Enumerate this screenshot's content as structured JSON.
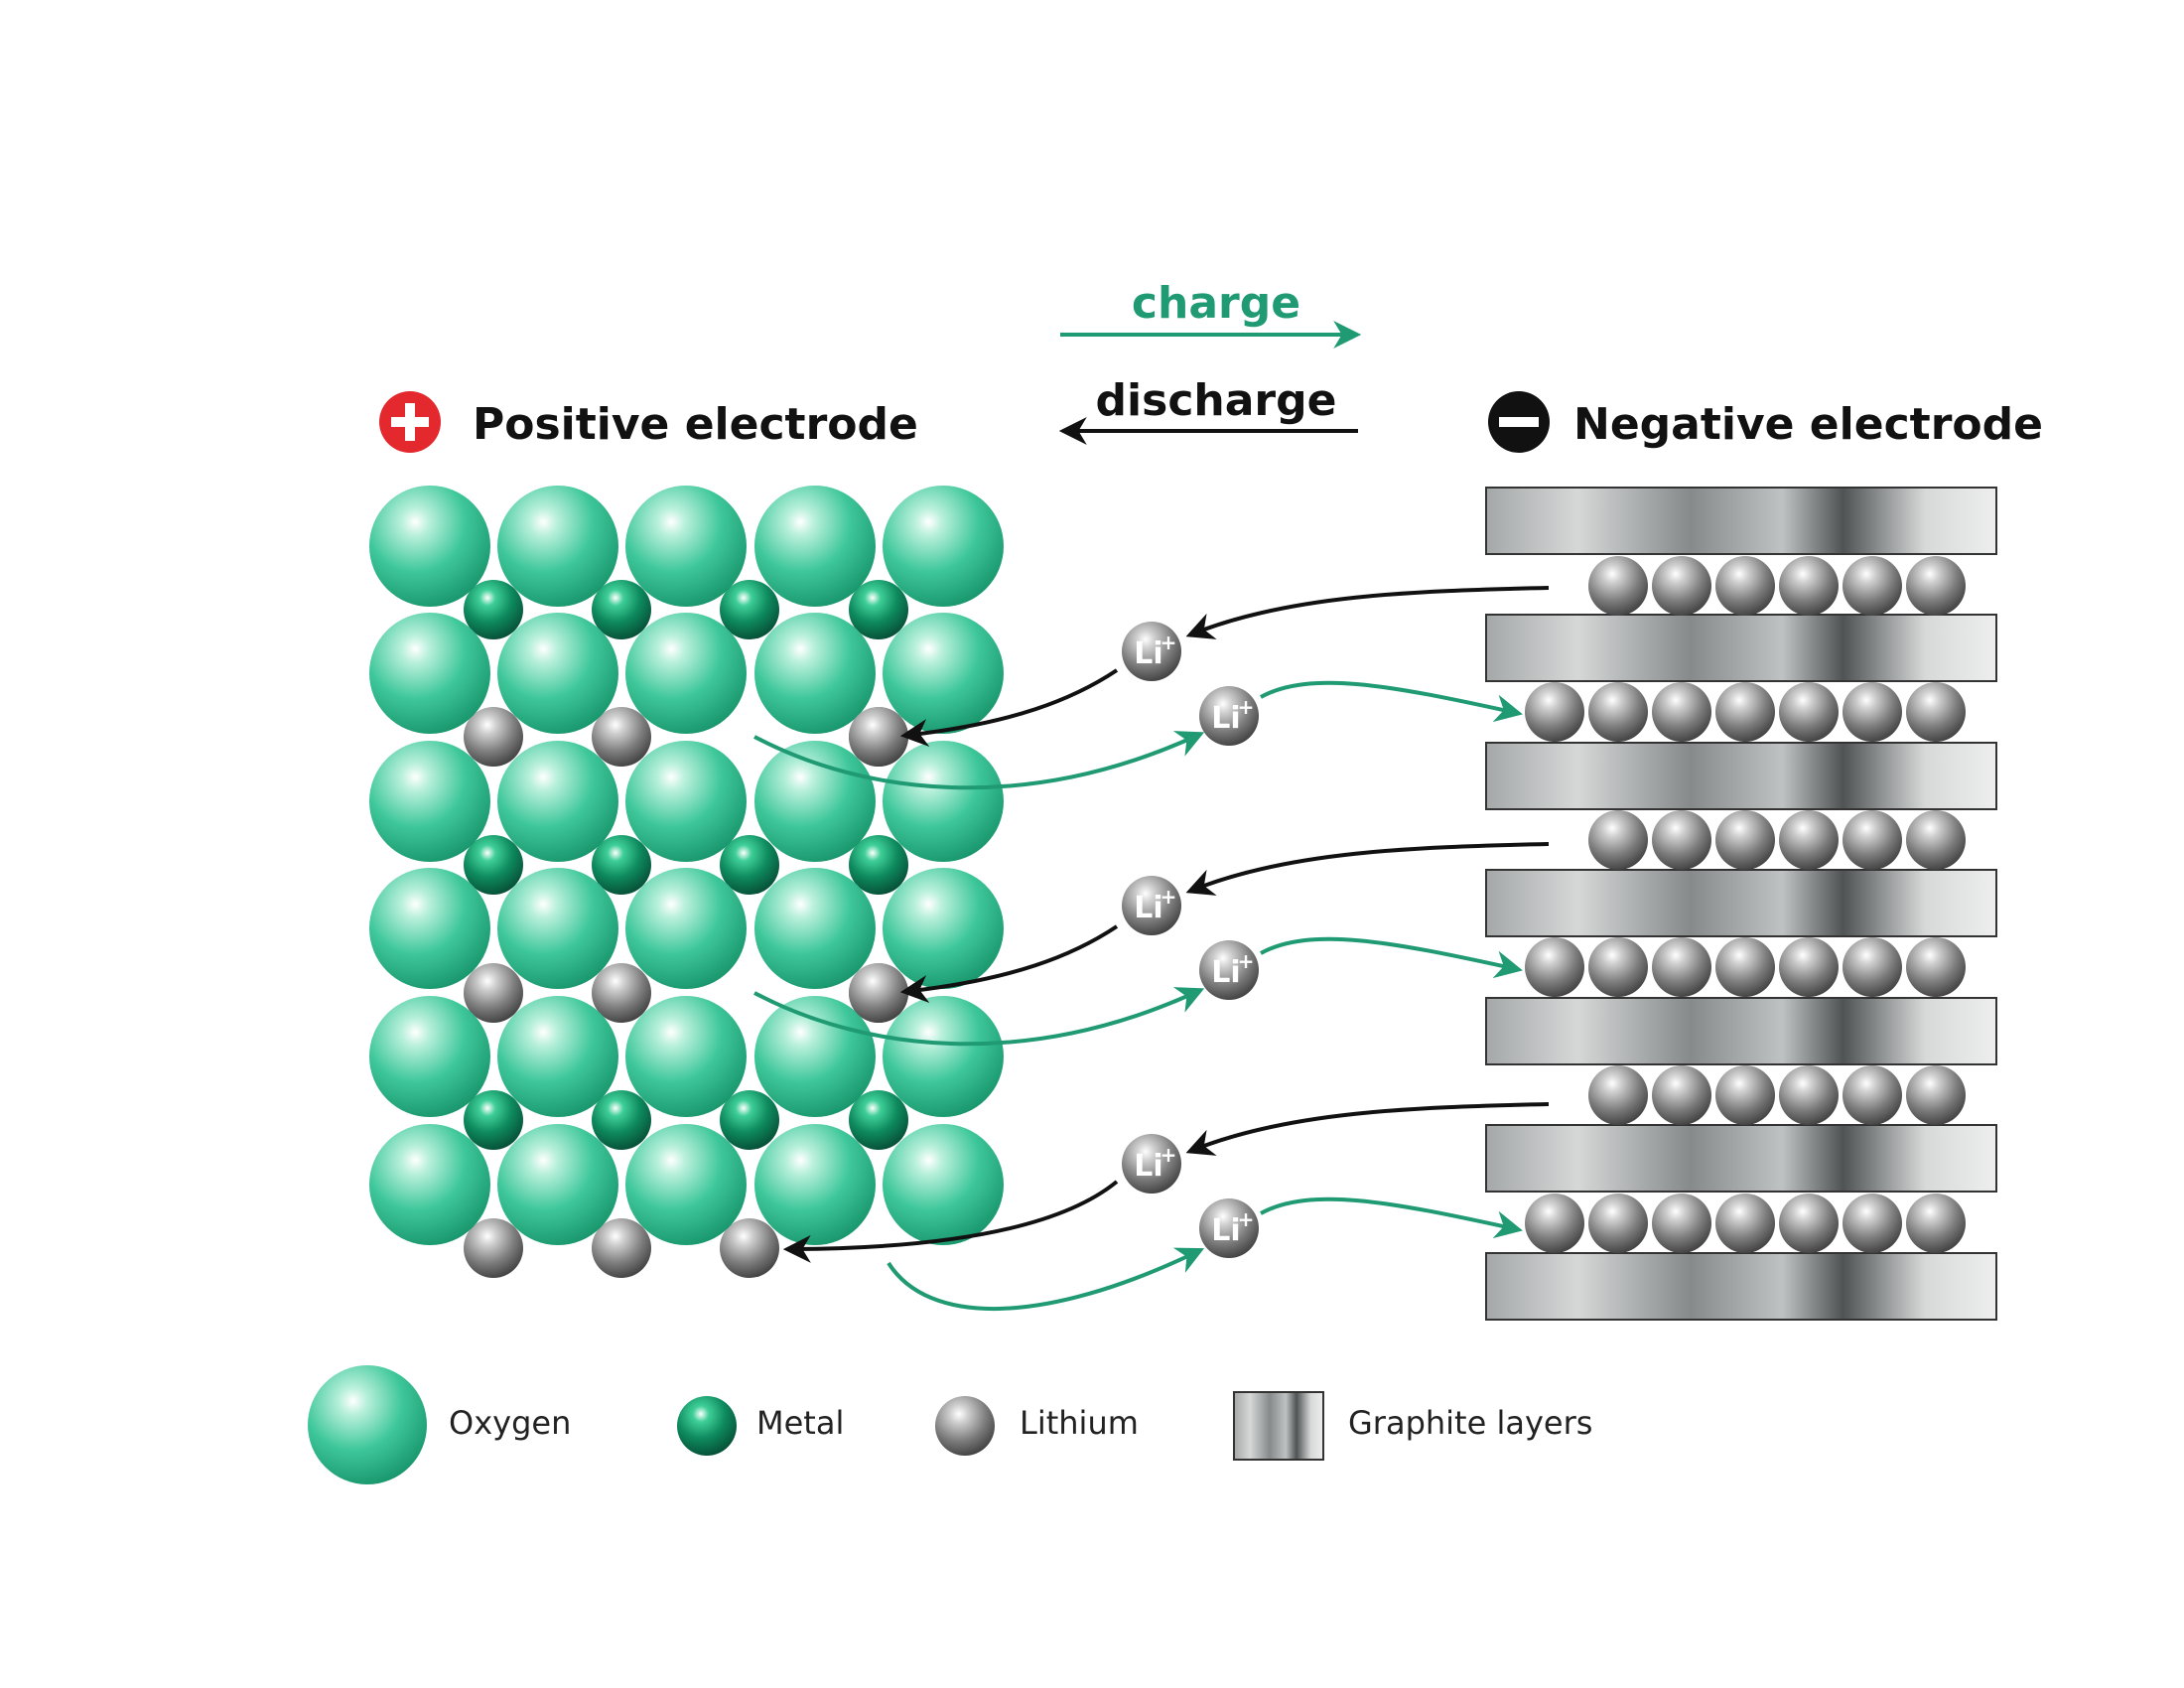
{
  "direction": {
    "charge": "charge",
    "discharge": "discharge"
  },
  "positive_electrode": {
    "symbol": "+",
    "label": "Positive electrode"
  },
  "negative_electrode": {
    "symbol": "−",
    "label": "Negative electrode"
  },
  "ion_label": "Li",
  "ion_charge": "+",
  "legend": {
    "oxygen": "Oxygen",
    "metal": "Metal",
    "lithium": "Lithium",
    "graphite": "Graphite layers"
  },
  "colors": {
    "charge_green": "#1f9a72",
    "discharge_black": "#111111",
    "plus_red": "#e3282e",
    "oxygen": "#35c295"
  }
}
